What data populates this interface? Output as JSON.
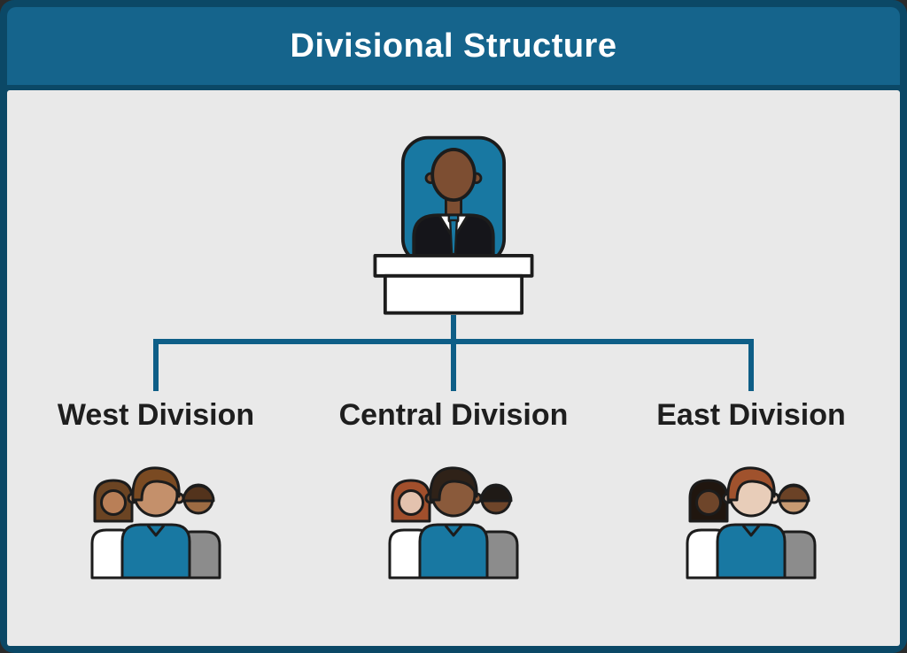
{
  "title": "Divisional Structure",
  "palette": {
    "frame": "#0b4866",
    "header": "#15648c",
    "panel": "#e9e9e9",
    "line": "#0e5e87",
    "title_color": "#ffffff",
    "label_color": "#1e1e1e"
  },
  "executive": {
    "skin": "#7d4e32",
    "suit": "#15151a",
    "shirt": "#ffffff",
    "tie": "#1878a2",
    "chair": "#1878a2",
    "desk": "#ffffff",
    "outline": "#1c1c1c"
  },
  "divisions": [
    {
      "label": "West Division",
      "people": {
        "left_skin": "#b97f57",
        "left_hair": "#6b4423",
        "left_shirt": "#ffffff",
        "center_skin": "#c4906b",
        "center_hair": "#7a4a22",
        "center_shirt": "#1878a2",
        "right_skin": "#9c6b43",
        "right_hair": "#53331c",
        "right_shirt": "#8c8c8c",
        "outline": "#1c1c1c"
      }
    },
    {
      "label": "Central Division",
      "people": {
        "left_skin": "#e3c2ae",
        "left_hair": "#a14f2c",
        "left_shirt": "#ffffff",
        "center_skin": "#8a5a3b",
        "center_hair": "#2f2218",
        "center_shirt": "#1878a2",
        "right_skin": "#6e452a",
        "right_hair": "#1f1a16",
        "right_shirt": "#8c8c8c",
        "outline": "#1c1c1c"
      }
    },
    {
      "label": "East Division",
      "people": {
        "left_skin": "#6e452a",
        "left_hair": "#20160f",
        "left_shirt": "#ffffff",
        "center_skin": "#e8cdb9",
        "center_hair": "#a0522d",
        "center_shirt": "#1878a2",
        "right_skin": "#c79a72",
        "right_hair": "#6b4226",
        "right_shirt": "#8c8c8c",
        "outline": "#1c1c1c"
      }
    }
  ]
}
